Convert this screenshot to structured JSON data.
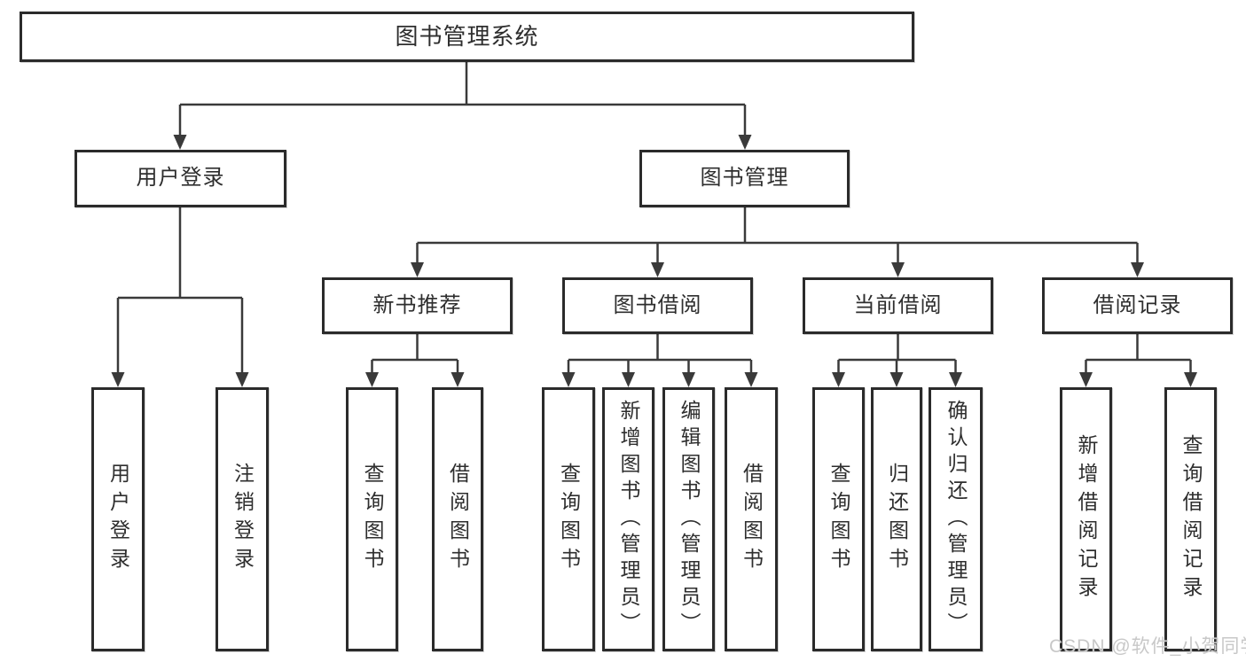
{
  "nodes": {
    "root": "图书管理系统",
    "user_login": "用户登录",
    "book_management": "图书管理",
    "new_book_recommend": "新书推荐",
    "book_borrow": "图书借阅",
    "current_borrow": "当前借阅",
    "borrow_records": "借阅记录",
    "leaf_user_login": "用户登录",
    "leaf_logout": "注销登录",
    "nb_query": "查询图书",
    "nb_borrow": "借阅图书",
    "bb_query": "查询图书",
    "bb_add": "新增图书（管理员）",
    "bb_edit": "编辑图书（管理员）",
    "bb_borrow": "借阅图书",
    "cb_query": "查询图书",
    "cb_return": "归还图书",
    "cb_confirm": "确认归还（管理员）",
    "br_add": "新增借阅记录",
    "br_query": "查询借阅记录"
  },
  "watermark": {
    "text": "CSDN @软件_小贺同学"
  },
  "colors": {
    "line": "#3a3a3a",
    "border": "#2b2b2b",
    "text": "#2e2e2e",
    "background": "#ffffff",
    "watermark": "#c8c8c8"
  }
}
